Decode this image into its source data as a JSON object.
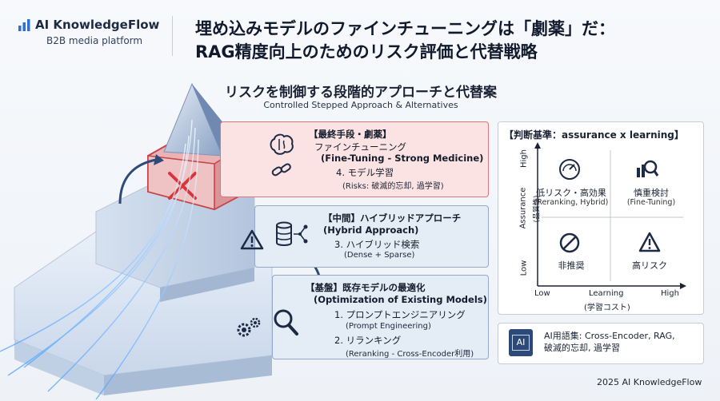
{
  "brand": {
    "name": "AI KnowledgeFlow",
    "tagline": "B2B media platform"
  },
  "title": {
    "line1": "埋め込みモデルのファインチューニングは「劇薬」だ：",
    "line2": "RAG精度向上のためのリスク評価と代替戦略"
  },
  "section": {
    "title_jp": "リスクを制御する段階的アプローチと代替案",
    "title_en": "Controlled Stepped Approach & Alternatives"
  },
  "tiers": {
    "top": {
      "header": "【最終手段・劇薬】",
      "name_jp": "ファインチューニング",
      "name_en": "(Fine-Tuning - Strong Medicine)",
      "item": "4. モデル学習",
      "note": "(Risks: 破滅的忘却, 過学習)"
    },
    "middle": {
      "header": "【中間】ハイブリッドアプローチ",
      "name_en": "(Hybrid Approach)",
      "item": "3. ハイブリッド検索",
      "note": "(Dense + Sparse)"
    },
    "bottom": {
      "header": "【基盤】既存モデルの最適化",
      "name_en": "(Optimization of Existing Models)",
      "item1": "1. プロンプトエンジニアリング",
      "item1_en": "(Prompt Engineering)",
      "item2": "2. リランキング",
      "item2_en": "(Reranking - Cross-Encoder利用)"
    }
  },
  "matrix": {
    "title": "【判断基準：assurance x learning】",
    "y_axis": "Assurance",
    "y_axis_jp": "(品質性)",
    "y_high": "High",
    "y_low": "Low",
    "x_axis": "Learning",
    "x_axis_jp": "(学習コスト)",
    "x_low": "Low",
    "x_high": "High",
    "quadrants": {
      "top_left": {
        "label": "低リスク・高効果",
        "sub": "(Reranking, Hybrid)",
        "icon": "gauge-icon"
      },
      "top_right": {
        "label": "慎重検討",
        "sub": "(Fine-Tuning)",
        "icon": "magnifier-chart-icon"
      },
      "bottom_left": {
        "label": "非推奨",
        "icon": "prohibited-icon"
      },
      "bottom_right": {
        "label": "高リスク",
        "icon": "warning-icon"
      }
    }
  },
  "glossary": {
    "badge": "AI",
    "line1": "AI用語集: Cross-Encoder, RAG,",
    "line2": "破滅的忘却, 過学習"
  },
  "footer": "2025 AI KnowledgeFlow",
  "colors": {
    "accent_red": "#d9777a",
    "panel_blue": "#e4ecf6",
    "pyramid_blue": "#c7d6ea",
    "navy": "#1d2a44"
  }
}
